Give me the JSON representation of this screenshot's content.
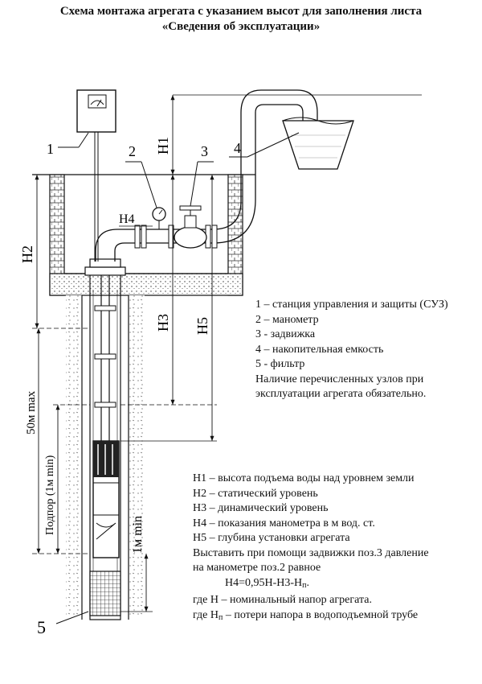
{
  "title": {
    "line1": "Схема монтажа агрегата с указанием высот для заполнения листа",
    "line2": "«Сведения об эксплуатации»"
  },
  "diagram": {
    "callouts": [
      "1",
      "2",
      "3",
      "4",
      "5"
    ],
    "dimensions": {
      "h1": "H1",
      "h2": "H2",
      "h3": "H3",
      "h4": "H4",
      "h5": "H5",
      "max_depth": "50м max",
      "podpor": "Подпор (1м min)",
      "min_gap": "1м min"
    }
  },
  "legend_components": [
    "1 – станция управления и защиты (СУЗ)",
    "2 – манометр",
    "3 - задвижка",
    "4 – накопительная емкость",
    "5 - фильтр",
    "Наличие  перечисленных   узлов при",
    "эксплуатации агрегата  обязательно."
  ],
  "legend_heights": {
    "h1": "H1 – высота подъема воды над уровнем земли",
    "h2": "H2 – статический уровень",
    "h3": "H3 – динамический уровень",
    "h4": "H4 – показания манометра в м вод. ст.",
    "h5": "H5 – глубина установки агрегата",
    "instr1": "Выставить при помощи задвижки поз.3 давление",
    "instr2": "на манометре поз.2 равное",
    "formula_main": "H4=0,95H-H3-H",
    "formula_sub": "п",
    "formula_end": ".",
    "note_h": "где H – номинальный напор агрегата.",
    "note_hp_pre": "где H",
    "note_hp_sub": "п",
    "note_hp_post": " – потери напора в водоподъемной трубе"
  }
}
